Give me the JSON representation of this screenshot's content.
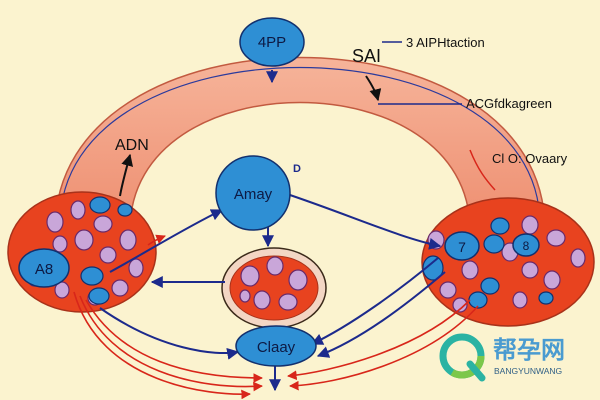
{
  "labels": {
    "top_node": "4PP",
    "sa": "SAI",
    "top_right": "3 AIPHtaction",
    "right_mid": "ACGfdkagreen",
    "right_lower": "Cl O: Ovaary",
    "left_tissue": "ADN",
    "left_node": "A8",
    "center_node": "Amay",
    "center_badge": "D",
    "right_node_a": "7",
    "right_node_b": "8",
    "bottom_node": "Claay"
  },
  "watermark": {
    "title": "帮孕网",
    "subtitle": "BANGYUNWANG"
  },
  "colors": {
    "background": "#fbf3cf",
    "arch": "#f2a184",
    "tissue": "#e8431f",
    "node": "#2e8fd4",
    "arrow_blue": "#1c2a8c",
    "arrow_red": "#d8261a",
    "cell": "#c9a6d9"
  }
}
